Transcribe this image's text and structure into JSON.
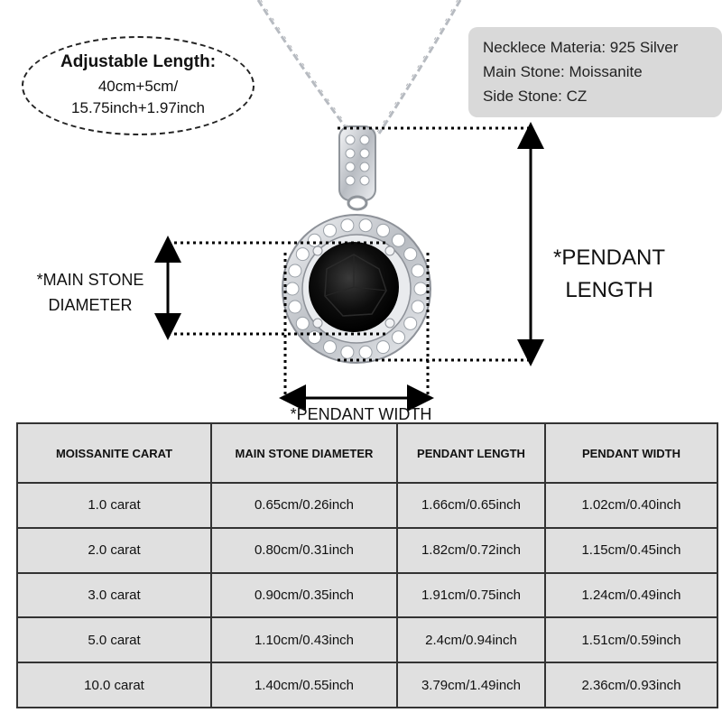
{
  "adjustable_length": {
    "title": "Adjustable Length:",
    "line1": "40cm+5cm/",
    "line2": "15.75inch+1.97inch"
  },
  "specs": [
    "Necklece Materia: 925 Silver",
    "Main Stone: Moissanite",
    "Side Stone: CZ"
  ],
  "labels": {
    "main_stone_line1": "*MAIN STONE",
    "main_stone_line2": "DIAMETER",
    "pendant_length_line1": "*PENDANT",
    "pendant_length_line2": "LENGTH",
    "pendant_width": "*PENDANT WIDTH"
  },
  "table": {
    "headers": [
      "MOISSANITE CARAT",
      "MAIN STONE DIAMETER",
      "PENDANT LENGTH",
      "PENDANT WIDTH"
    ],
    "rows": [
      [
        "1.0 carat",
        "0.65cm/0.26inch",
        "1.66cm/0.65inch",
        "1.02cm/0.40inch"
      ],
      [
        "2.0 carat",
        "0.80cm/0.31inch",
        "1.82cm/0.72inch",
        "1.15cm/0.45inch"
      ],
      [
        "3.0 carat",
        "0.90cm/0.35inch",
        "1.91cm/0.75inch",
        "1.24cm/0.49inch"
      ],
      [
        "5.0 carat",
        "1.10cm/0.43inch",
        "2.4cm/0.94inch",
        "1.51cm/0.59inch"
      ],
      [
        "10.0 carat",
        "1.40cm/0.55inch",
        "3.79cm/1.49inch",
        "2.36cm/0.93inch"
      ]
    ]
  },
  "colors": {
    "stone": "#0b0b0b",
    "silver": "#c9ccd1",
    "table_bg": "#e0e0e0",
    "spec_box_bg": "#d9d9d9"
  }
}
